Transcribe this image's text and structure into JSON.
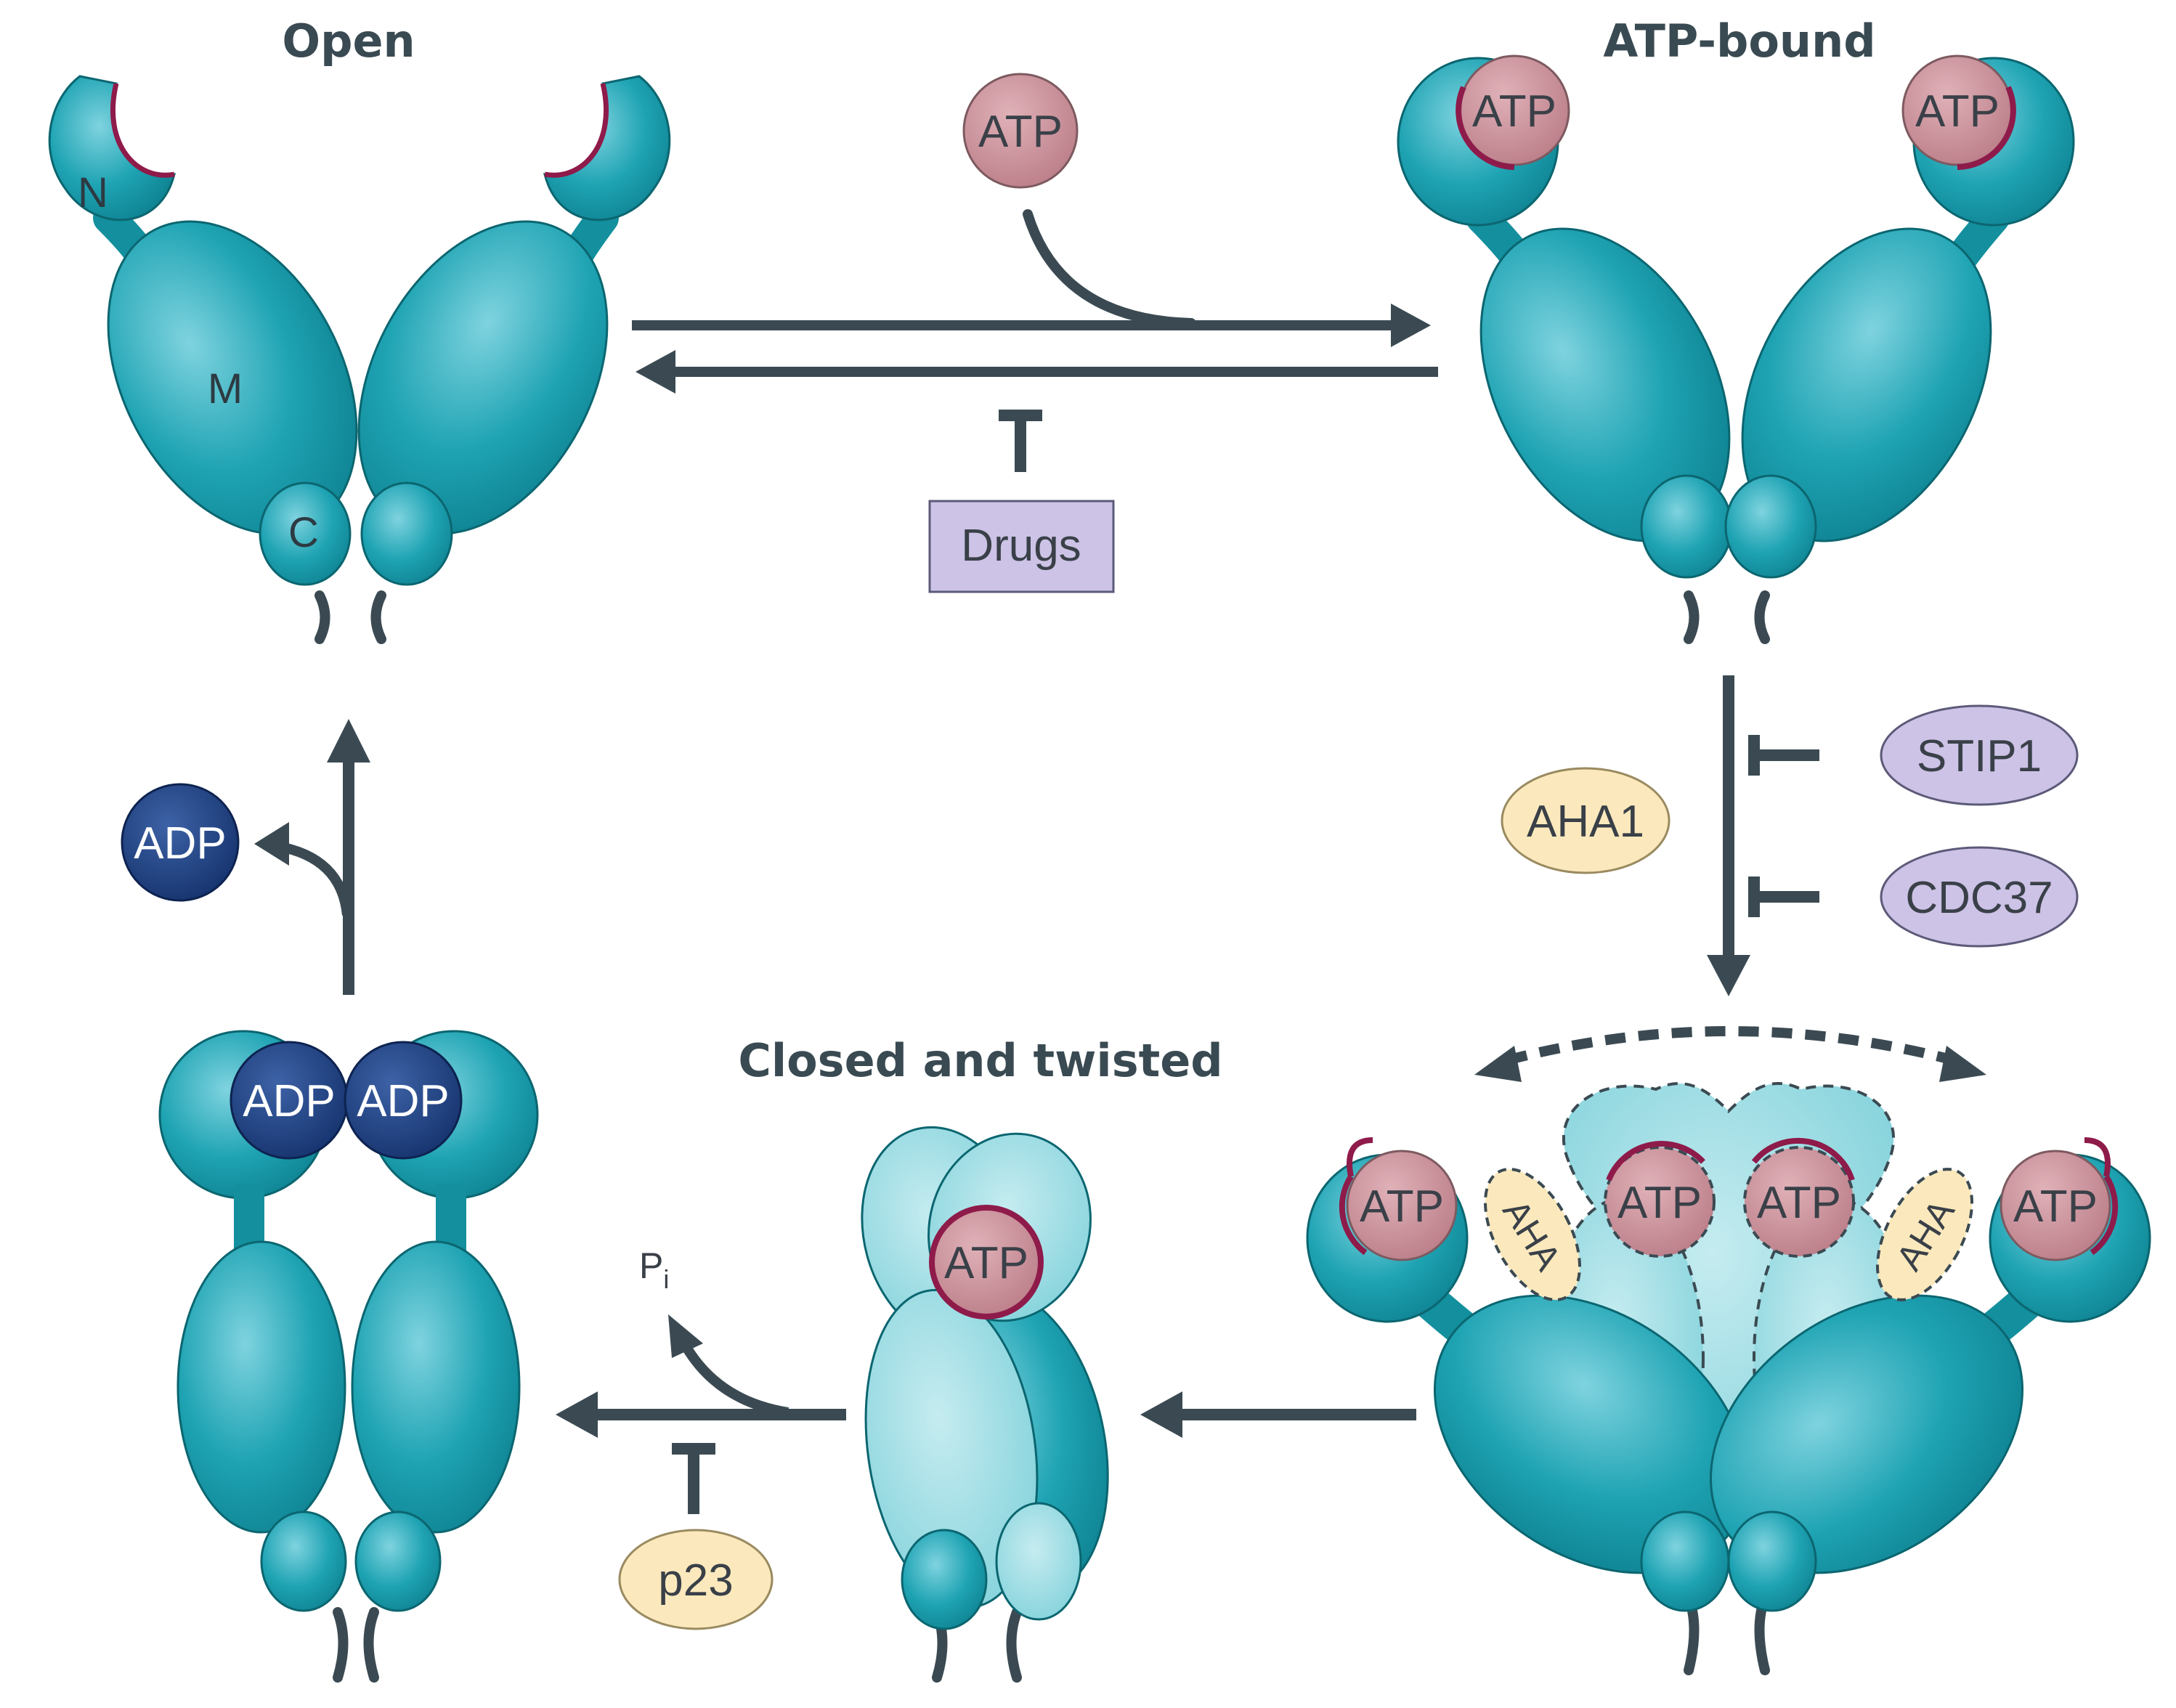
{
  "states": {
    "open": "Open",
    "atp_bound": "ATP-bound",
    "closed_twisted": "Closed and twisted"
  },
  "domains": {
    "n": "N",
    "m": "M",
    "c": "C"
  },
  "ligands": {
    "atp": "ATP",
    "adp": "ADP",
    "pi": "P",
    "pi_sub": "i"
  },
  "regulators": {
    "drugs": "Drugs",
    "stip1": "STIP1",
    "cdc37": "CDC37",
    "aha1": "AHA1",
    "aha": "AHA",
    "p23": "p23"
  },
  "colors": {
    "protein": "#1fa5b2",
    "protein_light": "#8fd3dc",
    "atp": "#c98b95",
    "atp_border": "#8e1b4a",
    "adp": "#1d3f7a",
    "arrow": "#3b4a52",
    "inhibitor_box": "#cdc3e6",
    "cofactor": "#fbe9bd"
  }
}
